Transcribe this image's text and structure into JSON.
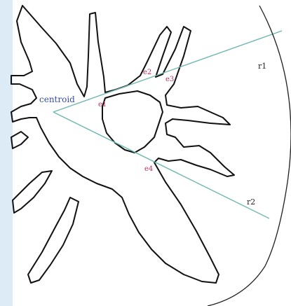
{
  "labels": {
    "centroid": "centroid",
    "e1": "e1",
    "e2": "e2",
    "e3": "e3",
    "e4": "e4",
    "r1": "r1",
    "r2": "r2"
  },
  "colors": {
    "background": "#ffffff",
    "left_backdrop": "#dcebf5",
    "outline": "#111111",
    "ray": "#6fb8b0",
    "centroid_label": "#3a4ea0",
    "edge_labels": "#b8336a",
    "radius_labels": "#222222",
    "arc": "#222222"
  }
}
